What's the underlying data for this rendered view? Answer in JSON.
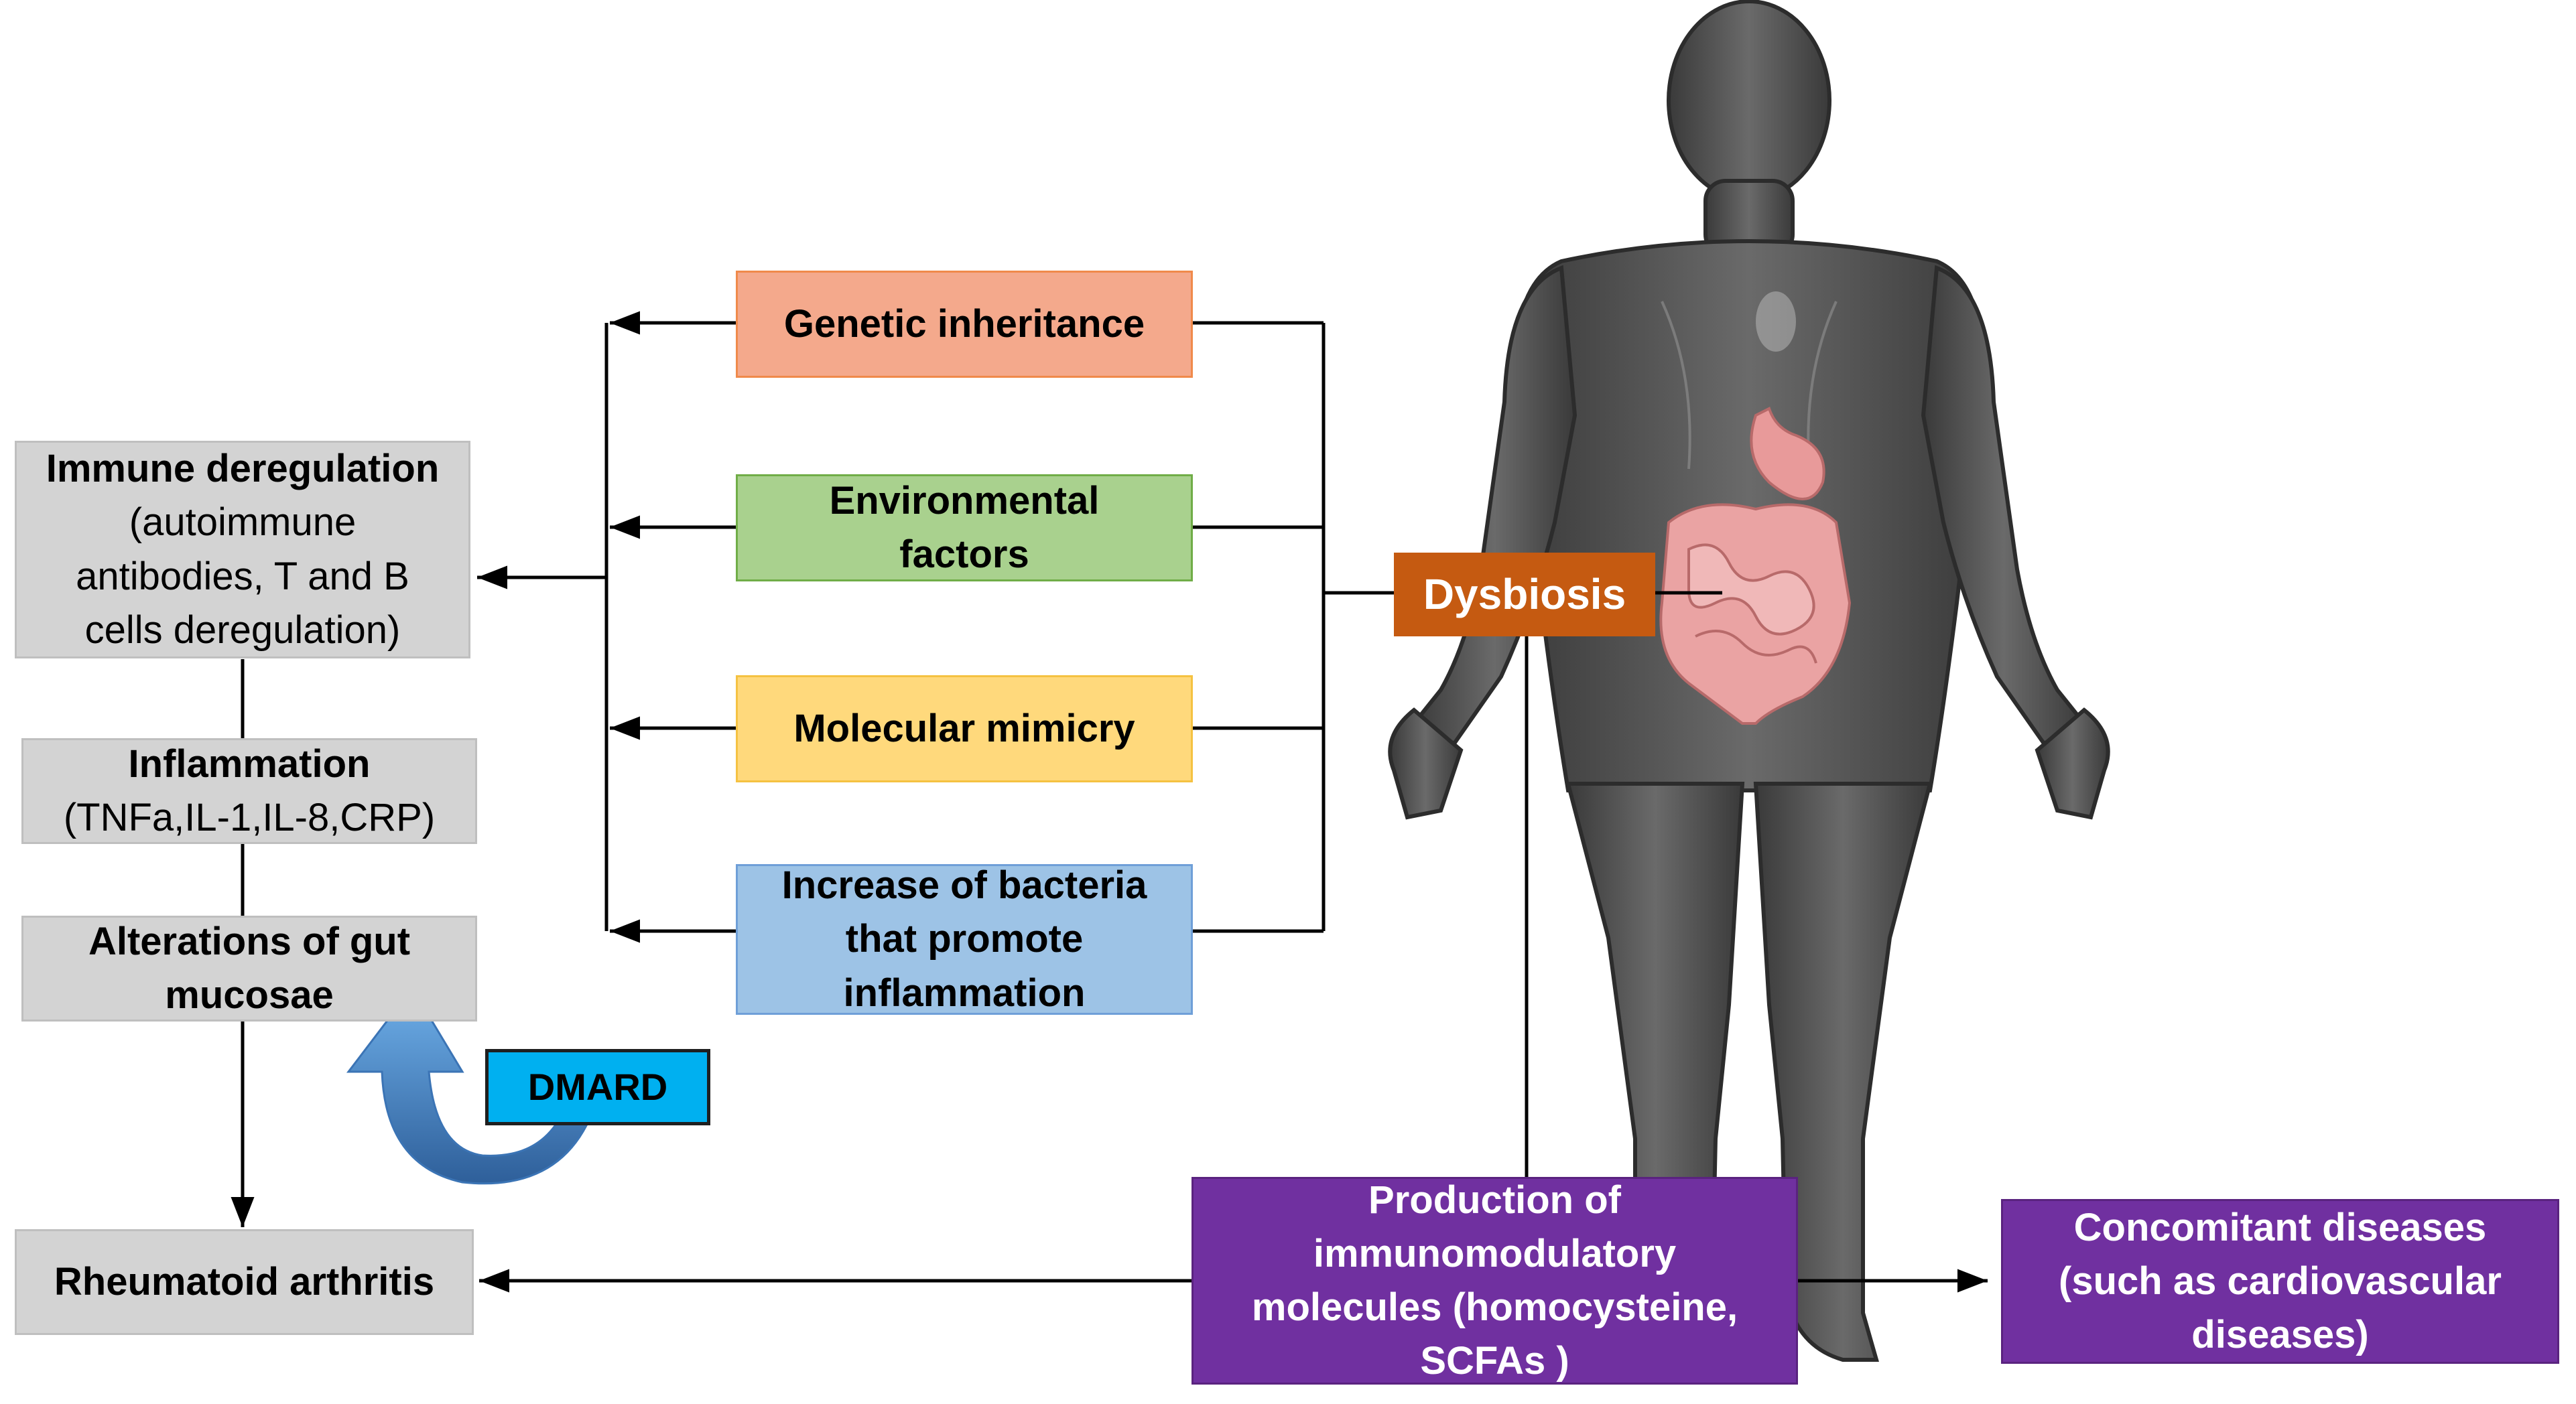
{
  "left_column": {
    "immune": {
      "title": "Immune deregulation",
      "lines": [
        "(autoimmune",
        "antibodies, T and B",
        "cells deregulation)"
      ]
    },
    "inflammation": {
      "title": "Inflammation",
      "line": "(TNFa,IL-1,IL-8,CRP)"
    },
    "gut": {
      "lines": [
        "Alterations of gut",
        "mucosae"
      ]
    },
    "ra": {
      "label": "Rheumatoid arthritis"
    }
  },
  "factors": [
    {
      "lines": [
        "Genetic inheritance"
      ]
    },
    {
      "lines": [
        "Environmental",
        "factors"
      ]
    },
    {
      "lines": [
        "Molecular mimicry"
      ]
    },
    {
      "lines": [
        "Increase of bacteria",
        "that promote",
        "inflammation"
      ]
    }
  ],
  "dysbiosis": {
    "label": "Dysbiosis"
  },
  "dmard": {
    "label": "DMARD"
  },
  "production": {
    "lines": [
      "Production of",
      "immunomodulatory",
      "molecules (homocysteine,",
      "SCFAs )"
    ]
  },
  "concomitant": {
    "lines": [
      "Concomitant diseases",
      "(such as cardiovascular",
      "diseases)"
    ]
  },
  "colors": {
    "genetic": "#f4a98c",
    "environmental": "#a9d18e",
    "mimicry": "#ffd97c",
    "bacteria": "#9dc3e6",
    "dysbiosis": "#c55a11",
    "purple": "#7030a0",
    "dmard": "#00b0f0",
    "gray_box": "#d3d3d3",
    "body_silhouette": "#4a4a4a",
    "arrow_blue": "#4f8fcf"
  },
  "icons": [
    "human-body-silhouette",
    "intestine-icon",
    "stomach-icon",
    "curved-arrow-icon"
  ]
}
